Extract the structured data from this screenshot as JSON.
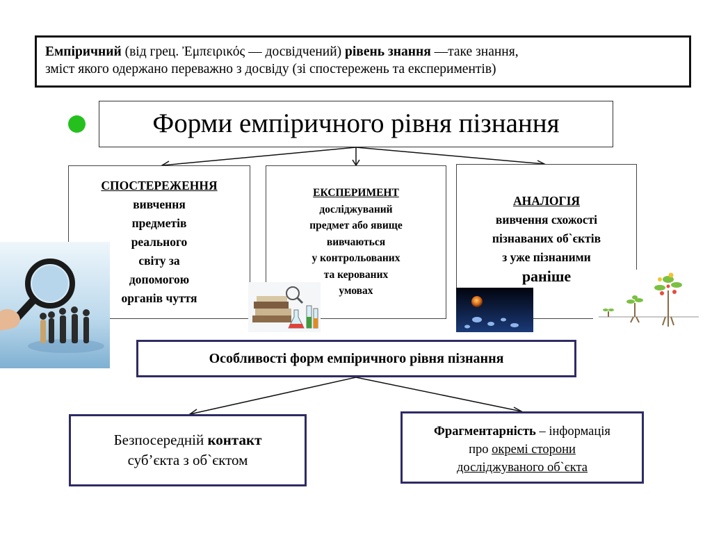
{
  "definition": {
    "line1_bold1": "Емпіричний",
    "line1_text1": " (від грец. Ἐμπειρικός — досвідчений) ",
    "line1_bold2": "рівень знання",
    "line1_text2": " —таке знання,",
    "line2": "зміст якого одержано переважно з досвіду (зі спостережень та експериментів)"
  },
  "title": "Форми емпіричного рівня пізнання",
  "forms": [
    {
      "heading": "СПОСТЕРЕЖЕННЯ",
      "lines": [
        "вивчення",
        "предметів",
        "реального",
        "світу за",
        "допомогою",
        "органів чуття"
      ]
    },
    {
      "heading": "ЕКСПЕРИМЕНТ",
      "lines": [
        "досліджуваний",
        "предмет або явище",
        "вивчаються",
        "у контрольованих",
        "та керованих",
        "умовах"
      ]
    },
    {
      "heading": "АНАЛОГІЯ",
      "lines": [
        "вивчення схожості",
        "пізнаваних об`єктів",
        "з уже пізнаними"
      ],
      "last_line": "раніше"
    }
  ],
  "features_title": "Особливості форм емпіричного рівня пізнання",
  "feature_left": {
    "text1": "Безпосередній ",
    "bold": "контакт",
    "line2": "суб’єкта з об`єктом"
  },
  "feature_right": {
    "bold": "Фрагментарність",
    "text1": " – інформація",
    "text2": "про ",
    "underlined1": "окремі сторони",
    "underlined2": "досліджуваного об`єкта"
  },
  "colors": {
    "bullet": "#26c01e",
    "feature_border": "#2e2b63"
  },
  "icons": [
    "magnifier-people-image",
    "books-flask-image",
    "planet-drops-image",
    "growing-plants-image"
  ]
}
